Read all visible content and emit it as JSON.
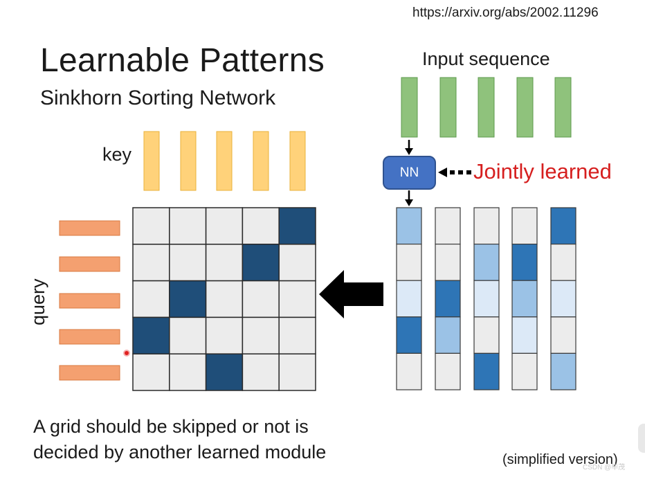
{
  "header": {
    "url": "https://arxiv.org/abs/2002.11296"
  },
  "slide": {
    "title": "Learnable Patterns",
    "subtitle": "Sinkhorn Sorting Network",
    "key_label": "key",
    "query_label": "query",
    "input_label": "Input sequence",
    "nn_label": "NN",
    "jointly_label": "Jointly learned",
    "bottom_line1": "A grid should be skipped or not is",
    "bottom_line2": "decided by another learned module",
    "simplified_note": "(simplified version)",
    "watermark": "CSDN @毕茂"
  },
  "colors": {
    "key_bar": "#ffd27a",
    "query_bar": "#f4a070",
    "input_bar": "#8fc27c",
    "nn_box": "#4472c4",
    "jointly_text": "#d61f1f",
    "grid_light": "#ececec",
    "grid_dark": "#1f4e79",
    "perm_levels": [
      "#ececec",
      "#dce9f7",
      "#9bc2e6",
      "#2e75b6"
    ]
  },
  "attention_matrix": [
    [
      0,
      0,
      0,
      0,
      1
    ],
    [
      0,
      0,
      0,
      1,
      0
    ],
    [
      0,
      1,
      0,
      0,
      0
    ],
    [
      1,
      0,
      0,
      0,
      0
    ],
    [
      0,
      0,
      1,
      0,
      0
    ]
  ],
  "sorting_columns": [
    [
      2,
      0,
      1,
      3,
      0
    ],
    [
      0,
      0,
      3,
      2,
      0
    ],
    [
      0,
      2,
      1,
      0,
      3
    ],
    [
      0,
      3,
      2,
      1,
      0
    ],
    [
      3,
      0,
      1,
      0,
      2
    ]
  ]
}
